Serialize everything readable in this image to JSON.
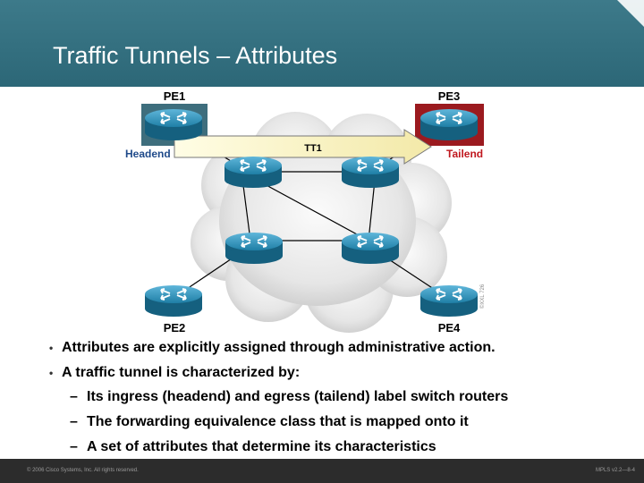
{
  "slide": {
    "title": "Traffic Tunnels – Attributes",
    "footer_left": "© 2006 Cisco Systems, Inc. All rights reserved.",
    "footer_right": "MPLS v2.2—8-4"
  },
  "diagram": {
    "routers": {
      "pe1": "PE1",
      "pe2": "PE2",
      "pe3": "PE3",
      "pe4": "PE4"
    },
    "headend_label": "Headend",
    "tailend_label": "Tailend",
    "tunnel_label": "TT1",
    "watermark": "©XXL 726",
    "colors": {
      "header": "#2c6777",
      "headend_box": "#3e6e7d",
      "tailend_box": "#9b1a1f",
      "router": "#1f7fa6",
      "link_text": "#1f4a8a",
      "tail_text": "#c0181f"
    }
  },
  "bullets": [
    {
      "text": "Attributes are explicitly assigned through administrative action."
    },
    {
      "text": "A traffic tunnel is characterized by:"
    }
  ],
  "subbullets": [
    {
      "text": "Its ingress (headend) and egress (tailend) label switch routers"
    },
    {
      "text": "The forwarding equivalence class that is mapped onto it"
    },
    {
      "text": "A set of attributes that determine its characteristics"
    }
  ]
}
